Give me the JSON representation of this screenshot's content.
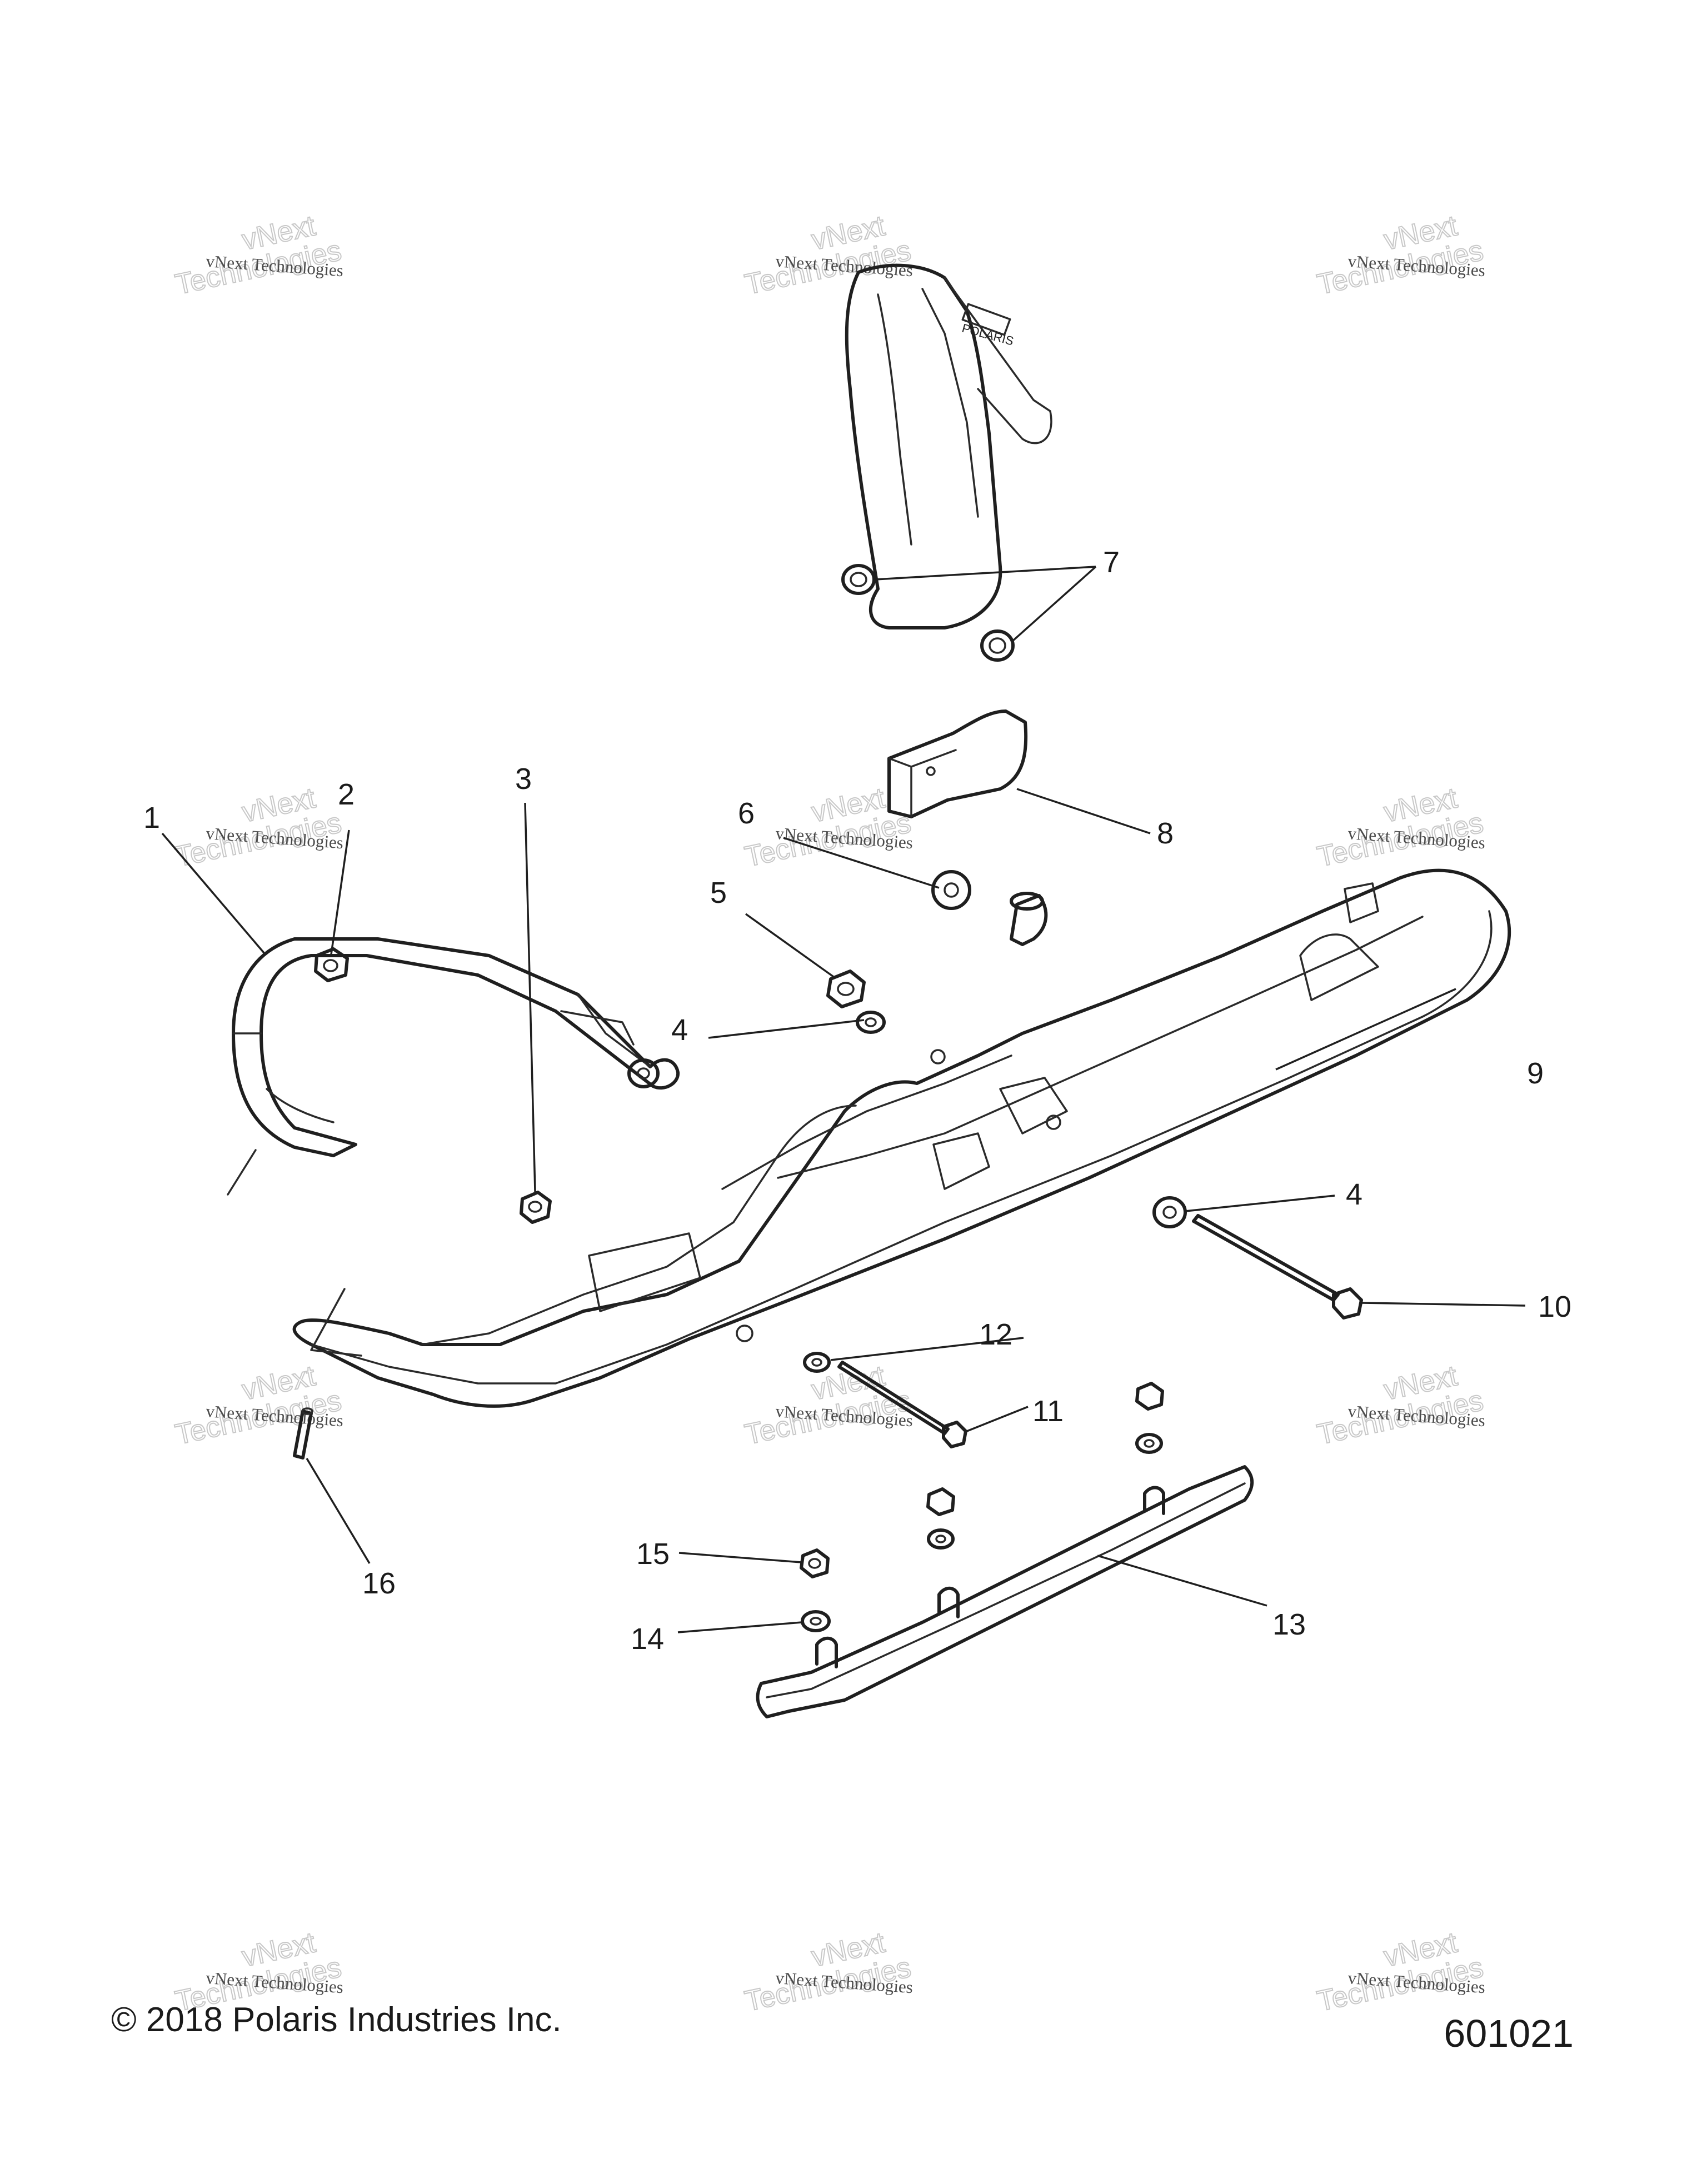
{
  "diagram": {
    "callouts": [
      {
        "label": "1"
      },
      {
        "label": "2"
      },
      {
        "label": "3"
      },
      {
        "label": "4"
      },
      {
        "label": "4"
      },
      {
        "label": "5"
      },
      {
        "label": "6"
      },
      {
        "label": "7"
      },
      {
        "label": "8"
      },
      {
        "label": "9"
      },
      {
        "label": "10"
      },
      {
        "label": "11"
      },
      {
        "label": "12"
      },
      {
        "label": "13"
      },
      {
        "label": "14"
      },
      {
        "label": "15"
      },
      {
        "label": "16"
      }
    ],
    "watermark": {
      "line1": "vNext Technologies",
      "line2": "vNext",
      "line3": "Technologies"
    },
    "stamp_text": "POLARIS"
  },
  "footer": {
    "copyright": "© 2018 Polaris Industries Inc.",
    "figure_number": "601021"
  }
}
